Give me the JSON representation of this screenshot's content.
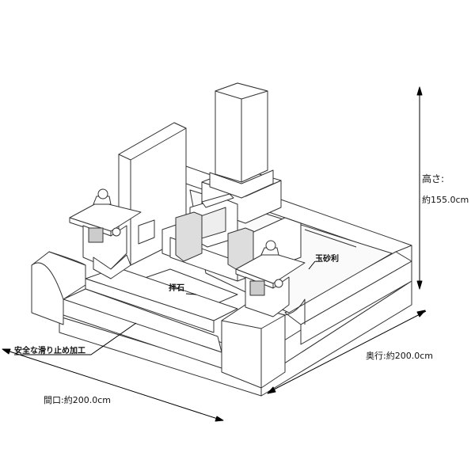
{
  "dimensions": {
    "height_label": "高さ:",
    "height_value": "約155.0cm",
    "depth": "奥行:約200.0cm",
    "width": "間口:約200.0cm"
  },
  "callouts": {
    "anti_slip": "安全な滑り止め加工",
    "worship_stone": "拝石",
    "gravel": "玉砂利"
  },
  "colors": {
    "line": "#222222",
    "background": "#ffffff"
  }
}
